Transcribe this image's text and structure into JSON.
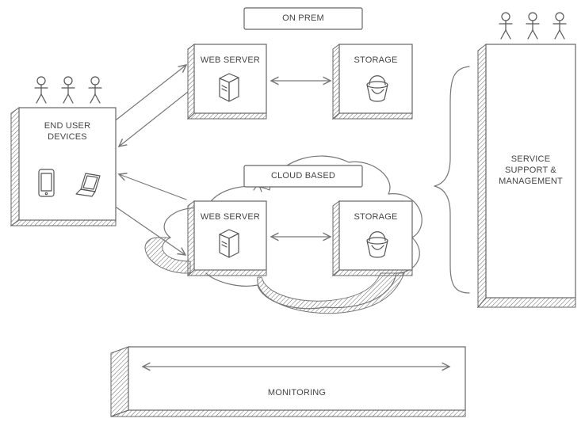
{
  "labels": {
    "on_prem": "ON PREM",
    "cloud_based": "CLOUD BASED",
    "end_user_devices": "END USER\nDEVICES",
    "web_server_on_prem": "WEB SERVER",
    "storage_on_prem": "STORAGE",
    "web_server_cloud": "WEB SERVER",
    "storage_cloud": "STORAGE",
    "service_support": "SERVICE\nSUPPORT &\nMANAGEMENT",
    "monitoring": "MONITORING"
  },
  "icons": {
    "person": "person-icon",
    "phone": "phone-icon",
    "laptop": "laptop-icon",
    "server": "server-icon",
    "bucket": "bucket-icon"
  },
  "colors": {
    "line": "#777777",
    "text": "#444444",
    "hatch": "#666666"
  }
}
